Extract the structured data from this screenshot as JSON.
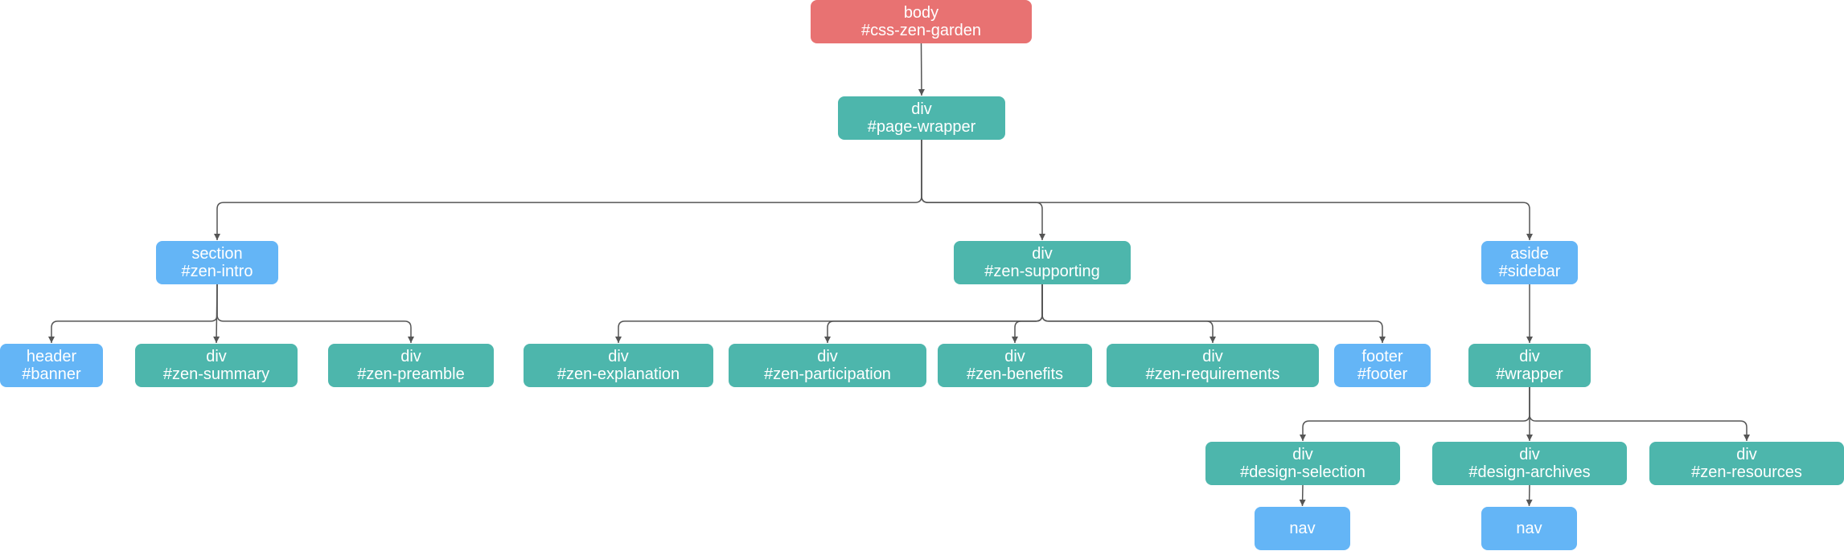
{
  "colors": {
    "root": "#E87272",
    "div": "#4DB6AC",
    "semantic": "#64B5F6",
    "edge": "#555555"
  },
  "nodes": [
    {
      "id": "body",
      "tag": "body",
      "ident": "#css-zen-garden",
      "kind": "root"
    },
    {
      "id": "page-wrapper",
      "tag": "div",
      "ident": "#page-wrapper",
      "kind": "div"
    },
    {
      "id": "zen-intro",
      "tag": "section",
      "ident": "#zen-intro",
      "kind": "semantic"
    },
    {
      "id": "zen-supporting",
      "tag": "div",
      "ident": "#zen-supporting",
      "kind": "div"
    },
    {
      "id": "sidebar",
      "tag": "aside",
      "ident": "#sidebar",
      "kind": "semantic"
    },
    {
      "id": "banner",
      "tag": "header",
      "ident": "#banner",
      "kind": "semantic"
    },
    {
      "id": "zen-summary",
      "tag": "div",
      "ident": "#zen-summary",
      "kind": "div"
    },
    {
      "id": "zen-preamble",
      "tag": "div",
      "ident": "#zen-preamble",
      "kind": "div"
    },
    {
      "id": "zen-explanation",
      "tag": "div",
      "ident": "#zen-explanation",
      "kind": "div"
    },
    {
      "id": "zen-participation",
      "tag": "div",
      "ident": "#zen-participation",
      "kind": "div"
    },
    {
      "id": "zen-benefits",
      "tag": "div",
      "ident": "#zen-benefits",
      "kind": "div"
    },
    {
      "id": "zen-requirements",
      "tag": "div",
      "ident": "#zen-requirements",
      "kind": "div"
    },
    {
      "id": "footer",
      "tag": "footer",
      "ident": "#footer",
      "kind": "semantic"
    },
    {
      "id": "wrapper",
      "tag": "div",
      "ident": "#wrapper",
      "kind": "div"
    },
    {
      "id": "design-selection",
      "tag": "div",
      "ident": "#design-selection",
      "kind": "div"
    },
    {
      "id": "design-archives",
      "tag": "div",
      "ident": "#design-archives",
      "kind": "div"
    },
    {
      "id": "zen-resources",
      "tag": "div",
      "ident": "#zen-resources",
      "kind": "div"
    },
    {
      "id": "nav-selection",
      "tag": "nav",
      "ident": "",
      "kind": "semantic"
    },
    {
      "id": "nav-archives",
      "tag": "nav",
      "ident": "",
      "kind": "semantic"
    }
  ],
  "edges": [
    [
      "body",
      "page-wrapper"
    ],
    [
      "page-wrapper",
      "zen-intro"
    ],
    [
      "page-wrapper",
      "zen-supporting"
    ],
    [
      "page-wrapper",
      "sidebar"
    ],
    [
      "zen-intro",
      "banner"
    ],
    [
      "zen-intro",
      "zen-summary"
    ],
    [
      "zen-intro",
      "zen-preamble"
    ],
    [
      "zen-supporting",
      "zen-explanation"
    ],
    [
      "zen-supporting",
      "zen-participation"
    ],
    [
      "zen-supporting",
      "zen-benefits"
    ],
    [
      "zen-supporting",
      "zen-requirements"
    ],
    [
      "zen-supporting",
      "footer"
    ],
    [
      "sidebar",
      "wrapper"
    ],
    [
      "wrapper",
      "design-selection"
    ],
    [
      "wrapper",
      "design-archives"
    ],
    [
      "wrapper",
      "zen-resources"
    ],
    [
      "design-selection",
      "nav-selection"
    ],
    [
      "design-archives",
      "nav-archives"
    ]
  ]
}
